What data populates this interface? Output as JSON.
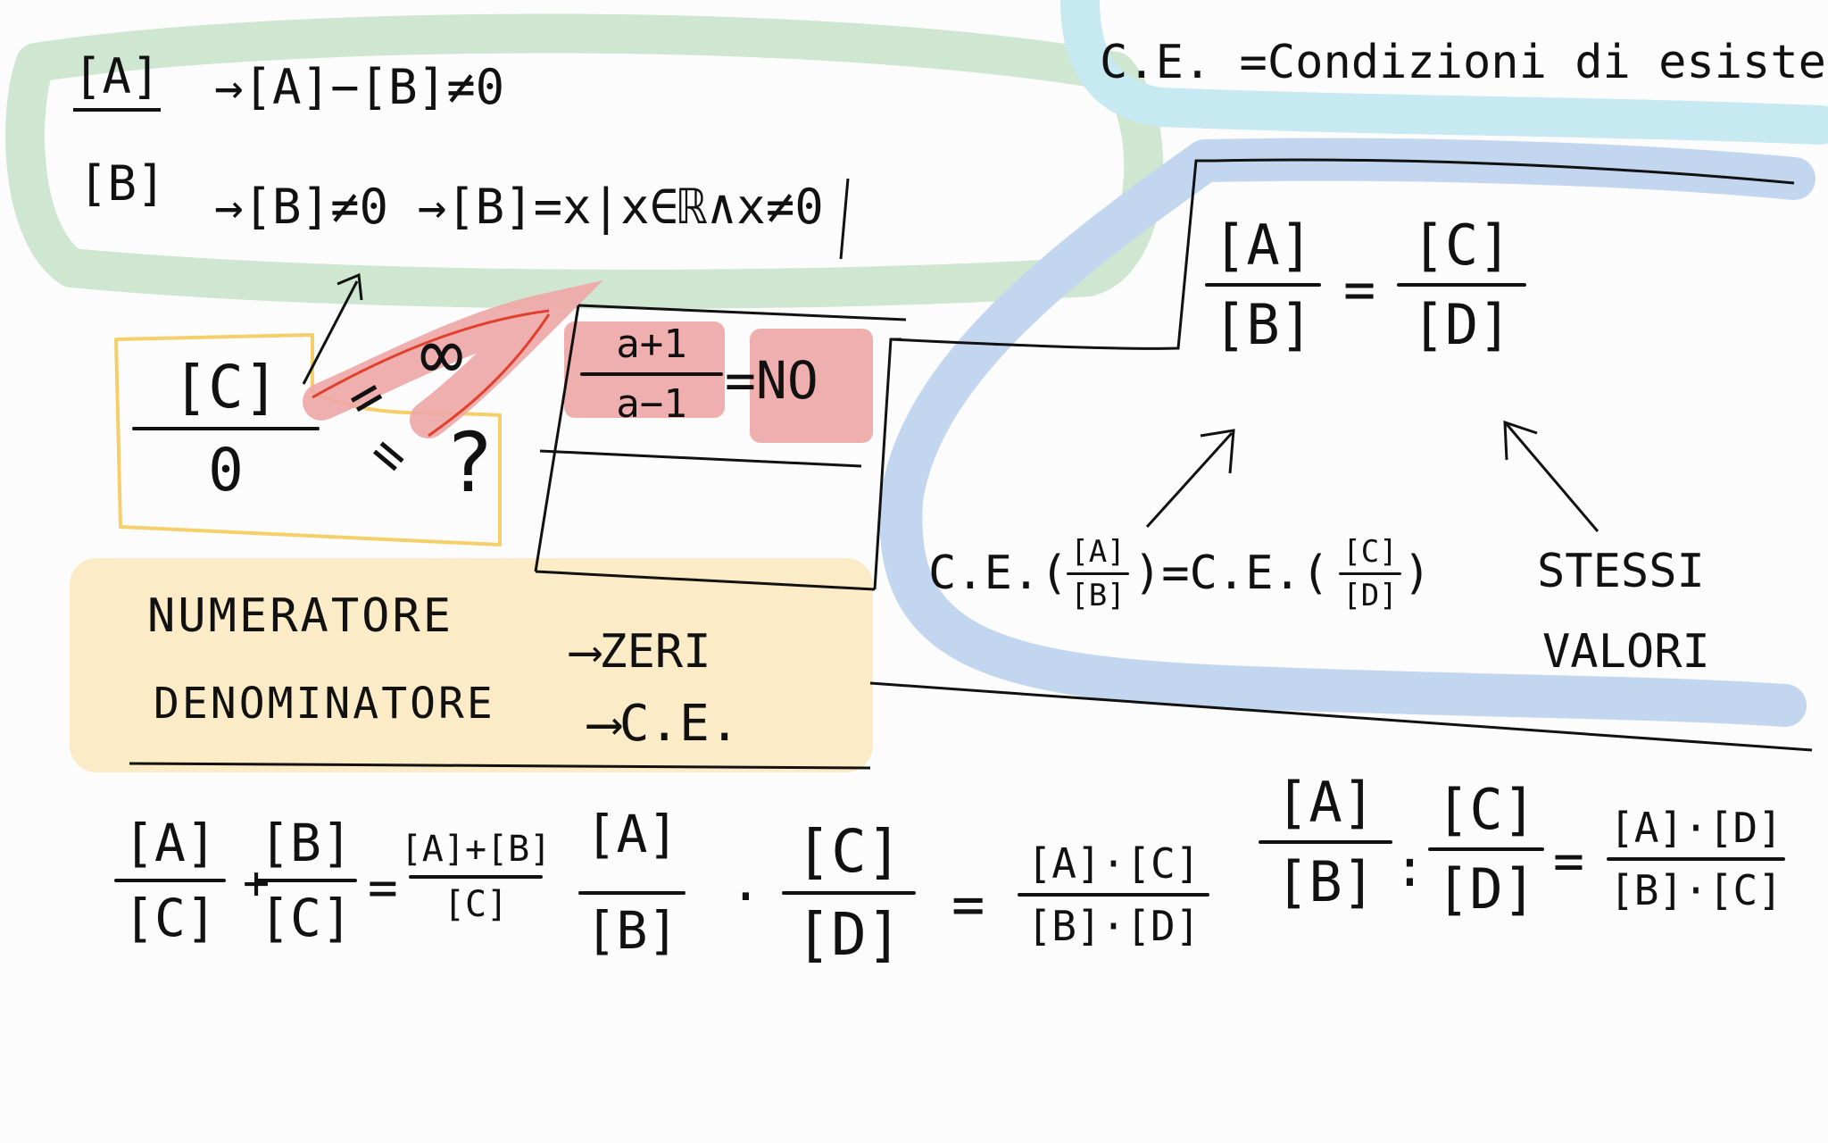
{
  "top_left": {
    "rule_1_lhs": "[A]",
    "rule_1_arrow": "→[A]−[B]≠0",
    "rule_2_lhs": "[B]",
    "rule_2_arrow": "→[B]≠0 →[B]=x|x∈ℝ∧x≠0"
  },
  "top_right": {
    "definition": "C.E. =Condizioni di esistenza"
  },
  "division_by_zero": {
    "numerator": "[C]",
    "denominator": "0",
    "equals_1": "=",
    "result_1": "∞",
    "equals_2": "=",
    "result_2": "?"
  },
  "red_example": {
    "numerator": "a+1",
    "denominator": "a−1",
    "verdict": "=NO"
  },
  "equal_fractions": {
    "left_num": "[A]",
    "left_den": "[B]",
    "equals": "=",
    "right_num": "[C]",
    "right_den": "[D]",
    "ce_prefix": "C.E.(",
    "ce_left_num": "[A]",
    "ce_left_den": "[B]",
    "ce_mid": ")=C.E.(",
    "ce_right_num": "[C]",
    "ce_right_den": "[D]",
    "ce_suffix": ")",
    "note_line_1": "STESSI",
    "note_line_2": "VALORI"
  },
  "rules_box": {
    "line_1_label": "NUMERATORE",
    "line_1_target": "⟶ZERI",
    "line_2_label": "DENOMINATORE",
    "line_2_target": "⟶C.E."
  },
  "operations": {
    "sum_a_num": "[A]",
    "sum_a_den": "[C]",
    "plus": "+",
    "sum_b_num": "[B]",
    "sum_b_den": "[C]",
    "sum_eq": "=",
    "sum_res_num": "[A]+[B]",
    "sum_res_den": "[C]",
    "mul_a_num": "[A]",
    "mul_a_den": "[B]",
    "dot": "·",
    "mul_b_num": "[C]",
    "mul_b_den": "[D]",
    "mul_eq": "=",
    "mul_res_num": "[A]·[C]",
    "mul_res_den": "[B]·[D]",
    "div_a_num": "[A]",
    "div_a_den": "[B]",
    "colon": ":",
    "div_b_num": "[C]",
    "div_b_den": "[D]",
    "div_eq": "=",
    "div_res_num": "[A]·[D]",
    "div_res_den": "[B]·[C]"
  },
  "colors": {
    "green": "#cfe6d0",
    "cyan": "#c6e9f2",
    "blue": "#c3d6f0",
    "yellow_fill": "#fbeac4",
    "yellow_line": "#f5cf6a",
    "red_fill": "#eea6a6",
    "red_line": "#e0402c",
    "ink": "#111111"
  }
}
